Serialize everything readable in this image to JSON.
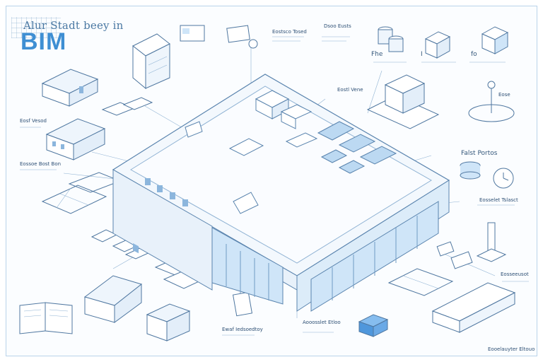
{
  "header": {
    "subtitle": "Alur Stadt beey in",
    "title": "BIM"
  },
  "labels": {
    "top_center_1": "Eostsco Tosed",
    "top_center_2": "Dsoo Eusts",
    "right_top_1": "Fhe",
    "right_top_2": "I",
    "right_top_3": "fo",
    "building_label": "Eostl Vene",
    "pin_label": "Eose",
    "left_1": "Eosf Vesod",
    "left_2": "Eossoe Bost Bon",
    "right_mid": "Falst Portos",
    "right_low": "Eosselet Tslasct",
    "right_bottom": "Eosseeusot",
    "bottom_center_1": "Ewaf Iedsoedtoy",
    "bottom_center_2": "Aooosslet Etloo",
    "footer": "Eooelauyter Eltouo"
  },
  "colors": {
    "accent": "#3f8fd3",
    "line": "#4f77a0",
    "glass": "#cfe5f8",
    "dark_blue": "#4f97dc"
  }
}
